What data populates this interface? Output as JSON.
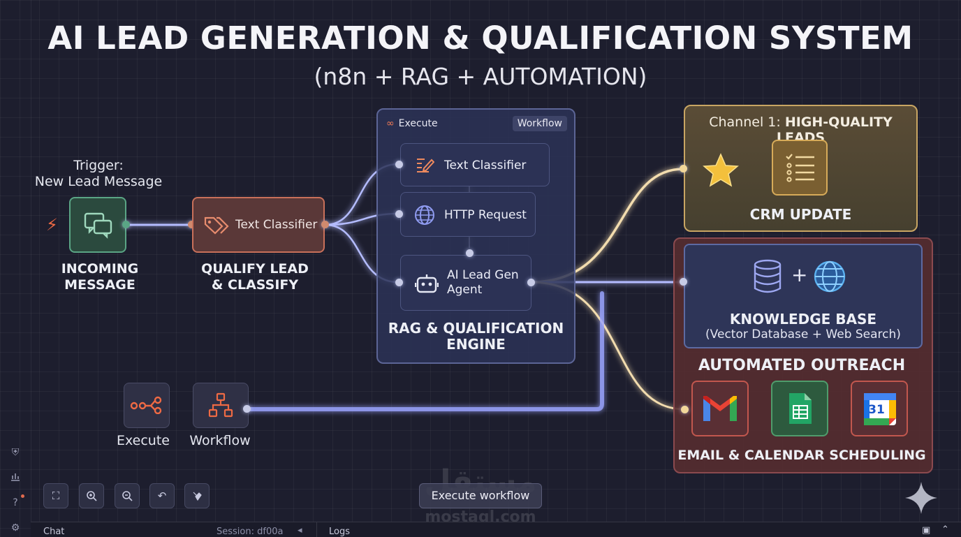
{
  "header": {
    "title": "AI LEAD GENERATION & QUALIFICATION SYSTEM",
    "subtitle": "(n8n + RAG + AUTOMATION)"
  },
  "trigger": {
    "line1": "Trigger:",
    "line2": "New Lead Message",
    "label1": "INCOMING",
    "label2": "MESSAGE"
  },
  "qualify": {
    "node_text": "Text Classifier",
    "label1": "QUALIFY LEAD",
    "label2": "& CLASSIFY"
  },
  "engine": {
    "header": "Execute",
    "tag": "Workflow",
    "nodes": [
      "Text Classifier",
      "HTTP Request",
      "AI Lead Gen",
      "Agent"
    ],
    "label1": "RAG & QUALIFICATION",
    "label2": "ENGINE"
  },
  "channel1": {
    "prefix": "Channel 1: ",
    "title": "HIGH-QUALITY LEADS",
    "label": "CRM UPDATE"
  },
  "knowledge": {
    "plus": "+",
    "title": "KNOWLEDGE BASE",
    "subtitle": "(Vector Database + Web Search)"
  },
  "outreach": {
    "title": "AUTOMATED OUTREACH",
    "calendar_day": "31",
    "label": "EMAIL & CALENDAR SCHEDULING"
  },
  "standalone": {
    "execute": "Execute",
    "workflow": "Workflow"
  },
  "toolbar": {
    "execute_button": "Execute workflow"
  },
  "bottom": {
    "chat": "Chat",
    "session": "Session: df00a",
    "logs": "Logs"
  },
  "watermark": {
    "arabic": "مستقل",
    "url": "mostaql.com"
  },
  "colors": {
    "background": "#1d1e2e",
    "trigger": "#5aa585",
    "qualify": "#c9705a",
    "engine": "#5c6596",
    "channel1": "#c9a663",
    "outreach": "#8b4a4f",
    "wire": "#aab4ff"
  }
}
